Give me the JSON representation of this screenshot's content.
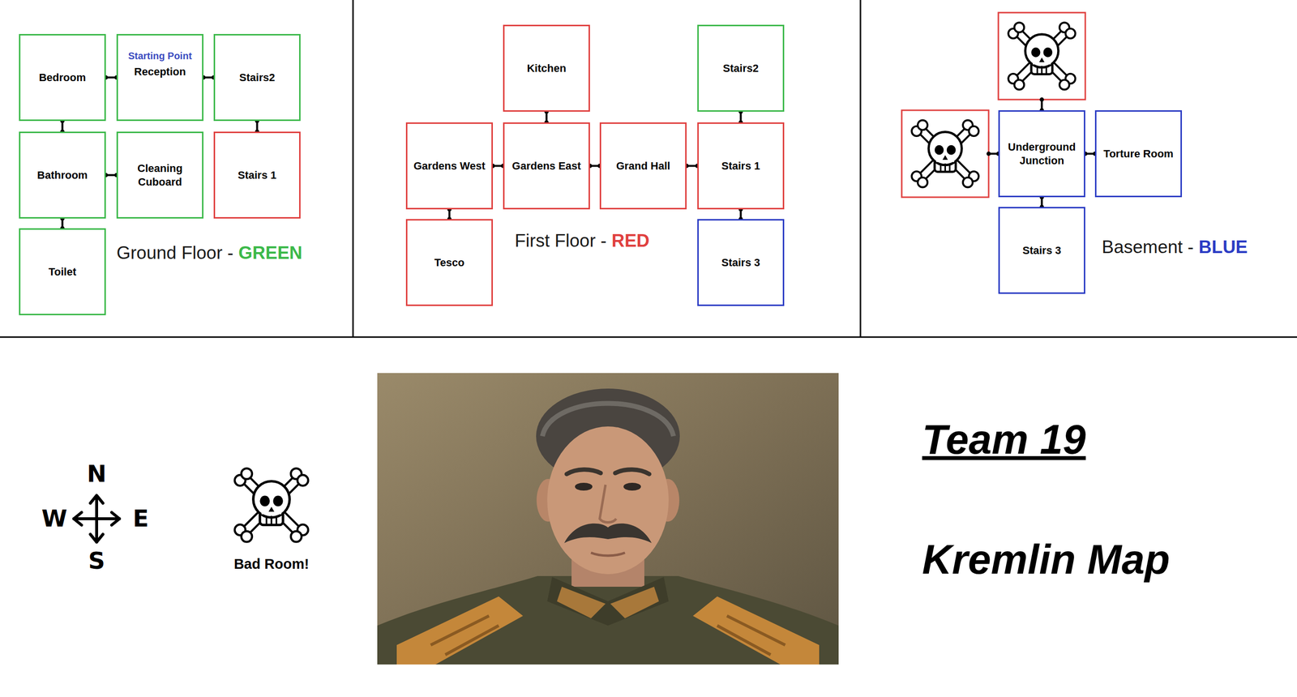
{
  "diagram": {
    "title": "Kremlin Map",
    "nodes": [
      {
        "text": [
          "Bedroom"
        ]
      },
      {
        "text": [
          "Starting Point",
          "Reception"
        ]
      },
      {
        "text": [
          "Stairs2"
        ]
      },
      {
        "text": [
          "Bathroom"
        ]
      },
      {
        "text": [
          "Cleaning Cuboard"
        ]
      },
      {
        "text": [
          "Stairs 1"
        ]
      },
      {
        "text": [
          "Toilet"
        ]
      },
      {
        "text": [
          "Kitchen"
        ]
      },
      {
        "text": [
          "Stairs2"
        ]
      },
      {
        "text": [
          "Gardens West"
        ]
      },
      {
        "text": [
          "Gardens East"
        ]
      },
      {
        "text": [
          "Grand Hall"
        ]
      },
      {
        "text": [
          "Stairs 1"
        ]
      },
      {
        "text": [
          "Tesco"
        ]
      },
      {
        "text": [
          "Stairs 3"
        ]
      },
      {
        "text": [
          "Underground Junction"
        ]
      },
      {
        "text": [
          "Torture Room"
        ]
      },
      {
        "text": [
          "Stairs 3"
        ]
      }
    ],
    "edges": [
      {
        "from": 0,
        "to": 1,
        "arrow": "none"
      },
      {
        "from": 1,
        "to": 2,
        "arrow": "none"
      },
      {
        "from": 0,
        "to": 3,
        "arrow": "none"
      },
      {
        "from": 2,
        "to": 5,
        "arrow": "none"
      },
      {
        "from": 3,
        "to": 4,
        "arrow": "none"
      },
      {
        "from": 3,
        "to": 6,
        "arrow": "none"
      },
      {
        "from": 7,
        "to": 10,
        "arrow": "none"
      },
      {
        "from": 8,
        "to": 12,
        "arrow": "none"
      },
      {
        "from": 9,
        "to": 10,
        "arrow": "none"
      },
      {
        "from": 10,
        "to": 11,
        "arrow": "none"
      },
      {
        "from": 11,
        "to": 12,
        "arrow": "none"
      },
      {
        "from": 9,
        "to": 13,
        "arrow": "none"
      },
      {
        "from": 12,
        "to": 14,
        "arrow": "none"
      },
      {
        "from": 15,
        "to": 16,
        "arrow": "none"
      },
      {
        "from": 15,
        "to": 17,
        "arrow": "none"
      }
    ],
    "labels": [
      "Ground Floor -",
      "GREEN",
      "First Floor -",
      "RED",
      "Basement -",
      "BLUE",
      "N",
      "W",
      "E",
      "S",
      "Bad Room!",
      "Team 19"
    ]
  }
}
